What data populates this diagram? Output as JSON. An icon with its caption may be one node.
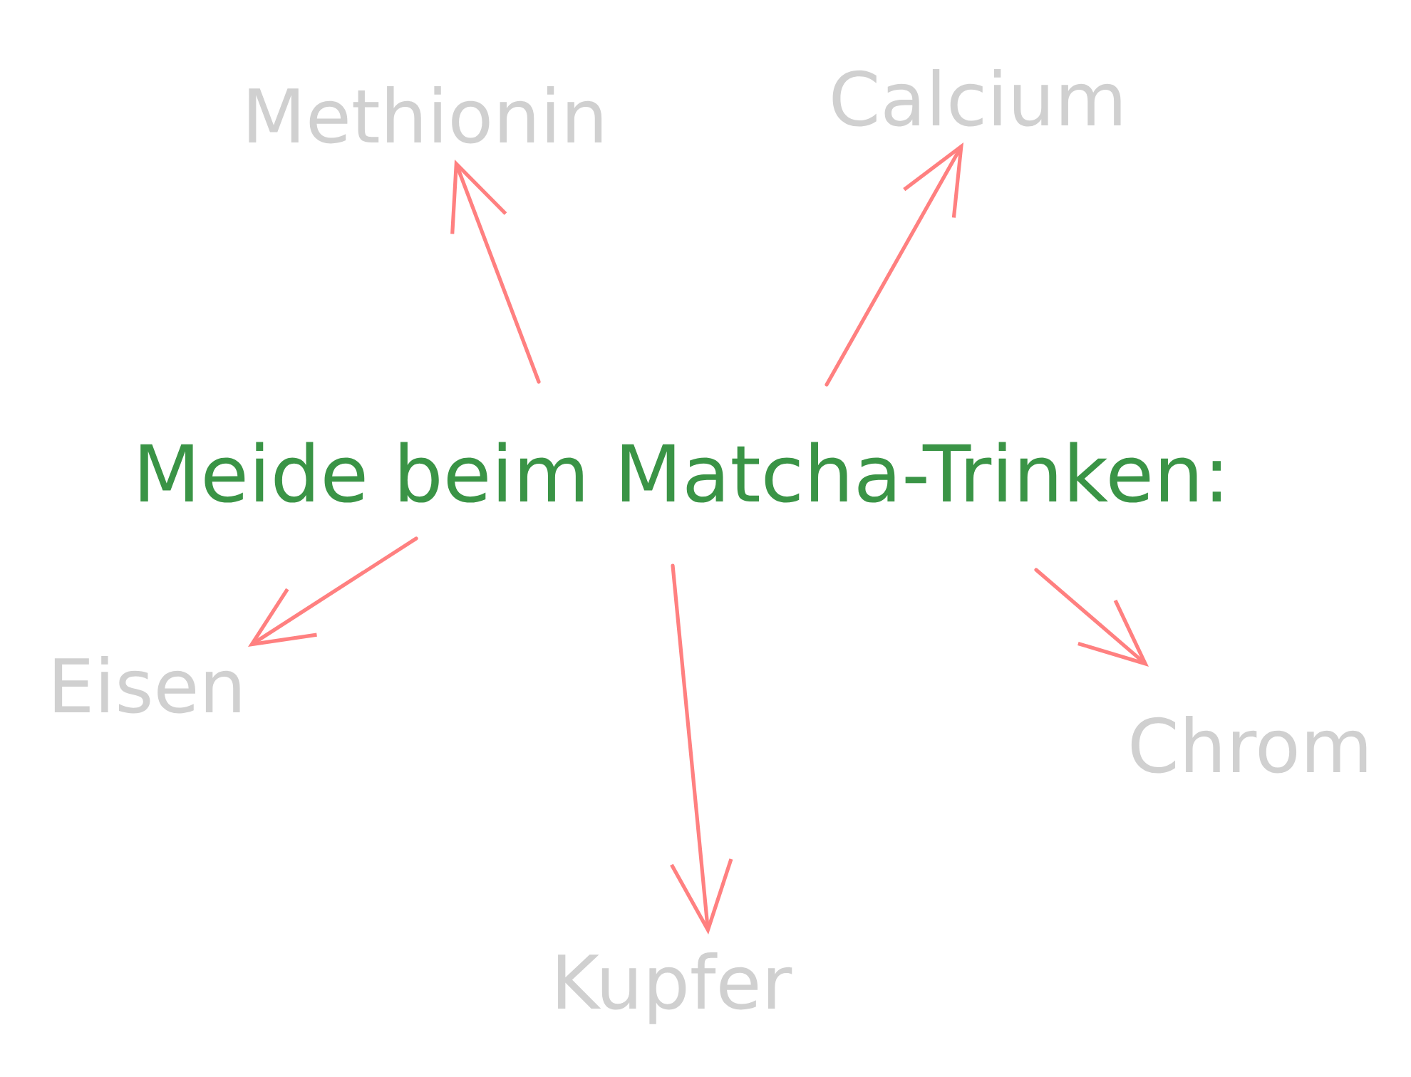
{
  "diagram": {
    "nodes": [
      {
        "text": [
          "Methionin"
        ]
      },
      {
        "text": [
          "Calcium"
        ]
      },
      {
        "text": [
          "Meide beim Matcha-Trinken:"
        ]
      },
      {
        "text": [
          "Eisen"
        ]
      },
      {
        "text": [
          "Chrom"
        ]
      },
      {
        "text": [
          "Kupfer"
        ]
      }
    ],
    "edges": [
      {
        "from": 2,
        "to": 0,
        "arrow": "to"
      },
      {
        "from": 2,
        "to": 1,
        "arrow": "to"
      },
      {
        "from": 2,
        "to": 3,
        "arrow": "to"
      },
      {
        "from": 2,
        "to": 5,
        "arrow": "to"
      },
      {
        "from": 2,
        "to": 4,
        "arrow": "to"
      }
    ]
  }
}
